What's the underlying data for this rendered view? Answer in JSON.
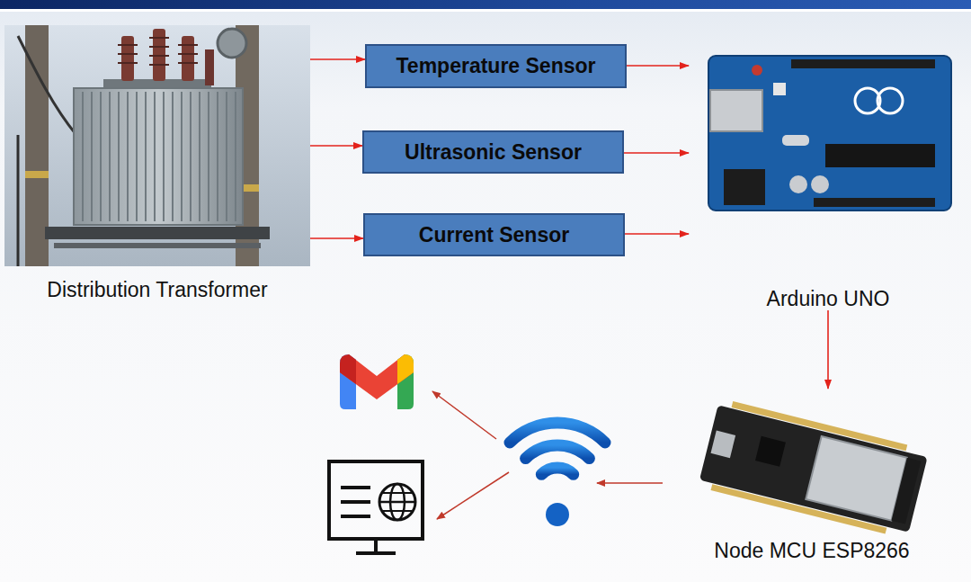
{
  "diagram": {
    "nodes": [
      {
        "text": [
          "Distribution Transformer"
        ]
      },
      {
        "text": [
          "Temperature Sensor"
        ]
      },
      {
        "text": [
          "Ultrasonic Sensor"
        ]
      },
      {
        "text": [
          "Current Sensor"
        ]
      },
      {
        "text": [
          "Arduino UNO"
        ]
      },
      {
        "text": [
          "Node MCU ESP8266"
        ]
      }
    ],
    "edges": [
      {
        "from": 0,
        "to": 1,
        "arrow": "to"
      },
      {
        "from": 0,
        "to": 2,
        "arrow": "to"
      },
      {
        "from": 0,
        "to": 3,
        "arrow": "to"
      },
      {
        "from": 1,
        "to": 4,
        "arrow": "to"
      },
      {
        "from": 2,
        "to": 4,
        "arrow": "to"
      },
      {
        "from": 3,
        "to": 4,
        "arrow": "to"
      },
      {
        "from": 4,
        "to": 5,
        "arrow": "to"
      }
    ]
  }
}
